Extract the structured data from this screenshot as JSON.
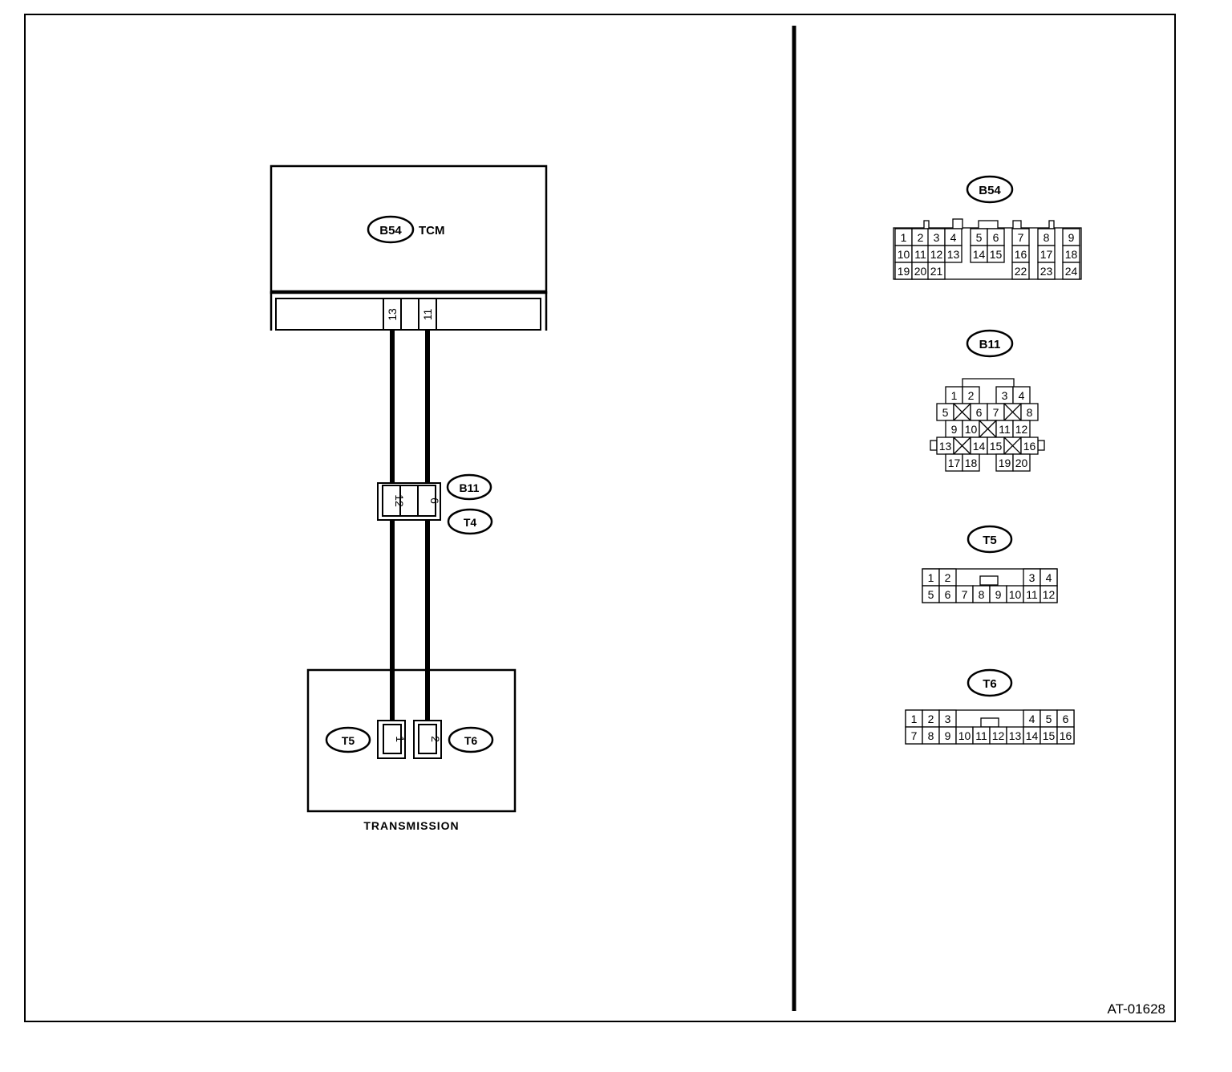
{
  "figure_id": "AT-01628",
  "tcm": {
    "connector_id": "B54",
    "name": "TCM",
    "pins": [
      "13",
      "11"
    ]
  },
  "inline_connector": {
    "ids": [
      "B11",
      "T4"
    ],
    "pins": [
      "12",
      "6"
    ]
  },
  "transmission": {
    "name": "TRANSMISSION",
    "connectors": [
      {
        "id": "T5",
        "pin": "1"
      },
      {
        "id": "T6",
        "pin": "2"
      }
    ]
  },
  "connector_views": {
    "B54": {
      "id": "B54",
      "row1": [
        "1",
        "2",
        "3",
        "4",
        "5",
        "6",
        "7",
        "8",
        "9"
      ],
      "row2": [
        "10",
        "11",
        "12",
        "13",
        "14",
        "15",
        "16",
        "17",
        "18"
      ],
      "row3": [
        "19",
        "20",
        "21",
        "22",
        "23",
        "24"
      ]
    },
    "B11": {
      "id": "B11",
      "row1": [
        "1",
        "2",
        "3",
        "4"
      ],
      "row2": [
        "5",
        "6",
        "7",
        "8"
      ],
      "row3": [
        "9",
        "10",
        "11",
        "12"
      ],
      "row4": [
        "13",
        "14",
        "15",
        "16"
      ],
      "row5": [
        "17",
        "18",
        "19",
        "20"
      ]
    },
    "T5": {
      "id": "T5",
      "row1": [
        "1",
        "2",
        "3",
        "4"
      ],
      "row2": [
        "5",
        "6",
        "7",
        "8",
        "9",
        "10",
        "11",
        "12"
      ]
    },
    "T6": {
      "id": "T6",
      "row1": [
        "1",
        "2",
        "3",
        "4",
        "5",
        "6"
      ],
      "row2": [
        "7",
        "8",
        "9",
        "10",
        "11",
        "12",
        "13",
        "14",
        "15",
        "16"
      ]
    }
  }
}
